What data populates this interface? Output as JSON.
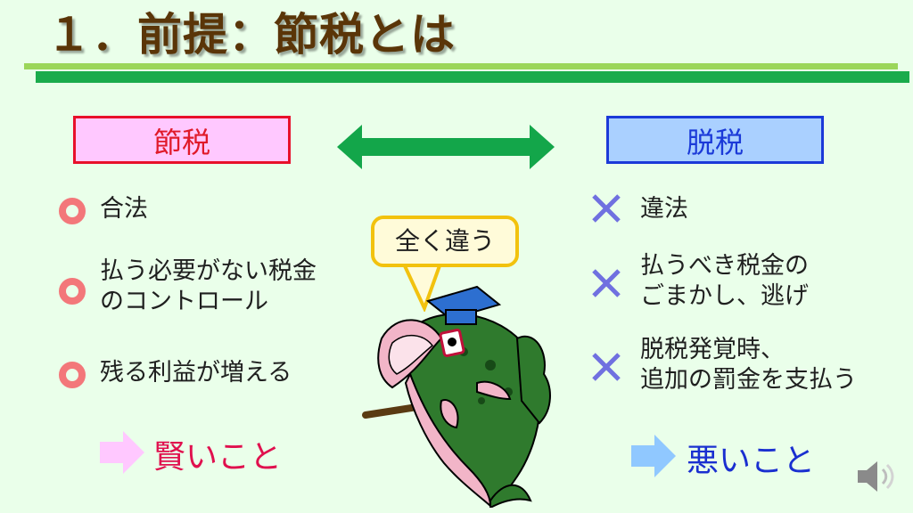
{
  "title": "１．前提：節税とは",
  "left": {
    "header": "節税",
    "items": [
      {
        "lines": [
          "合法"
        ]
      },
      {
        "lines": [
          "払う必要がない税金",
          "のコントロール"
        ]
      },
      {
        "lines": [
          "残る利益が増える"
        ]
      }
    ],
    "conclusion": "賢いこと",
    "accent": "#e8102a",
    "bullet_color": "#f3777a",
    "arrow_color": "#ffc8ff"
  },
  "right": {
    "header": "脱税",
    "items": [
      {
        "lines": [
          "違法"
        ]
      },
      {
        "lines": [
          "払うべき税金の",
          "ごまかし、逃げ"
        ]
      },
      {
        "lines": [
          "脱税発覚時、",
          "追加の罰金を支払う"
        ]
      }
    ],
    "conclusion": "悪いこと",
    "accent": "#1b3ad8",
    "bullet_color": "#7070e0",
    "arrow_color": "#90c8ff"
  },
  "bubble": {
    "text": "全く違う"
  },
  "icons": {
    "left_bullet": "circle-mark-icon",
    "right_bullet": "cross-mark-icon",
    "double_arrow": "double-arrow-icon",
    "speaker": "speaker-icon"
  }
}
